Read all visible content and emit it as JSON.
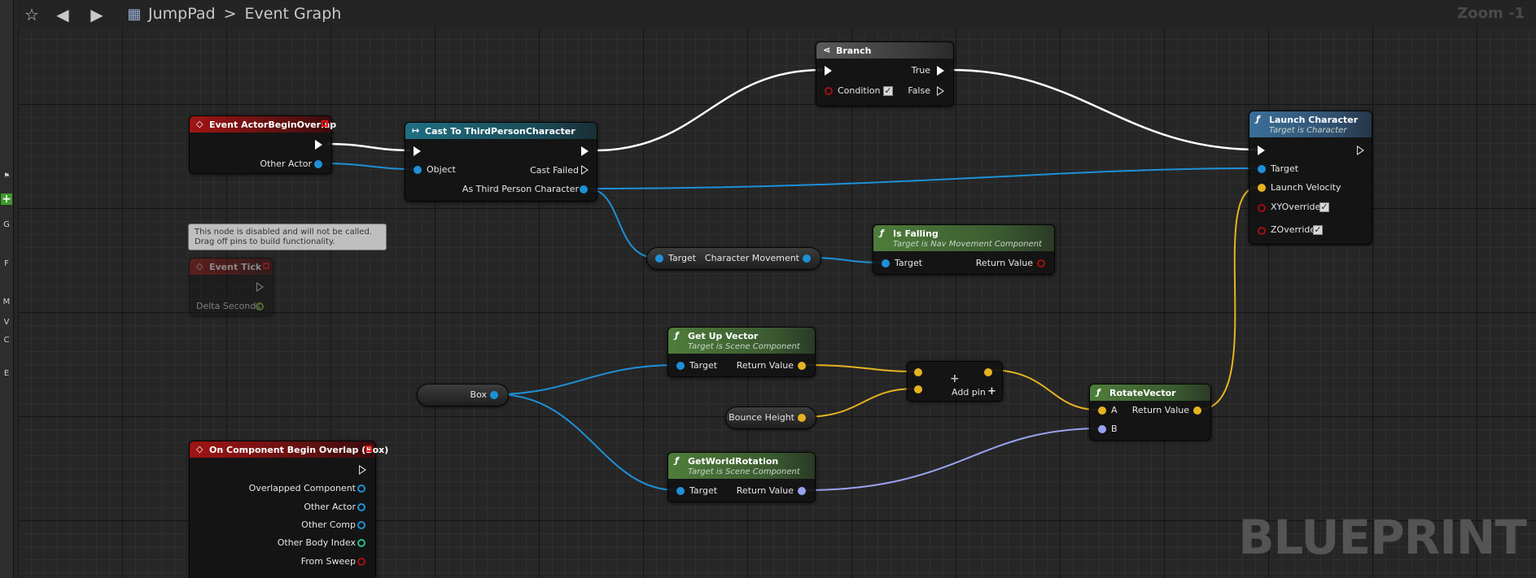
{
  "toolbar": {
    "breadcrumb_blueprint": "JumpPad",
    "breadcrumb_separator": ">",
    "breadcrumb_graph": "Event Graph",
    "zoom_label": "Zoom -1"
  },
  "left_strip": {
    "items": [
      "G",
      "F",
      "M",
      "V",
      "C",
      "E"
    ]
  },
  "tooltip": {
    "line1": "This node is disabled and will not be called.",
    "line2": "Drag off pins to build functionality."
  },
  "nodes": {
    "event_actor_begin_overlap": {
      "title": "Event ActorBeginOverlap",
      "pin_other_actor": "Other Actor"
    },
    "event_tick": {
      "title": "Event Tick",
      "pin_delta_seconds": "Delta Seconds"
    },
    "cast": {
      "title": "Cast To ThirdPersonCharacter",
      "pin_object": "Object",
      "pin_cast_failed": "Cast Failed",
      "pin_as": "As Third Person Character"
    },
    "branch": {
      "title": "Branch",
      "pin_condition": "Condition",
      "pin_true": "True",
      "pin_false": "False"
    },
    "launch": {
      "title": "Launch Character",
      "subtitle": "Target is Character",
      "pin_target": "Target",
      "pin_velocity": "Launch Velocity",
      "pin_xy": "XYOverride",
      "pin_z": "ZOverride"
    },
    "character_movement": {
      "pin_target": "Target",
      "pin_out": "Character Movement"
    },
    "is_falling": {
      "title": "Is Falling",
      "subtitle": "Target is Nav Movement Component",
      "pin_target": "Target",
      "pin_return": "Return Value"
    },
    "get_up_vector": {
      "title": "Get Up Vector",
      "subtitle": "Target is Scene Component",
      "pin_target": "Target",
      "pin_return": "Return Value"
    },
    "box": {
      "label": "Box"
    },
    "bounce_height": {
      "label": "Bounce Height"
    },
    "add": {
      "symbol": "+",
      "add_pin": "Add pin"
    },
    "rotate_vector": {
      "title": "RotateVector",
      "pin_a": "A",
      "pin_b": "B",
      "pin_return": "Return Value"
    },
    "get_world_rotation": {
      "title": "GetWorldRotation",
      "subtitle": "Target is Scene Component",
      "pin_target": "Target",
      "pin_return": "Return Value"
    },
    "on_component_begin_overlap": {
      "title": "On Component Begin Overlap (Box)",
      "pins": [
        "Overlapped Component",
        "Other Actor",
        "Other Comp",
        "Other Body Index",
        "From Sweep"
      ]
    }
  },
  "watermark": "BLUEPRINT",
  "colors": {
    "exec_wire": "#ffffff",
    "object_wire": "#1e90d8",
    "vector_wire": "#e6b320",
    "rotator_wire": "#9aa2f0",
    "bool_pin": "#a01010",
    "int_pin": "#20c080",
    "float_pin": "#7ac83a"
  }
}
